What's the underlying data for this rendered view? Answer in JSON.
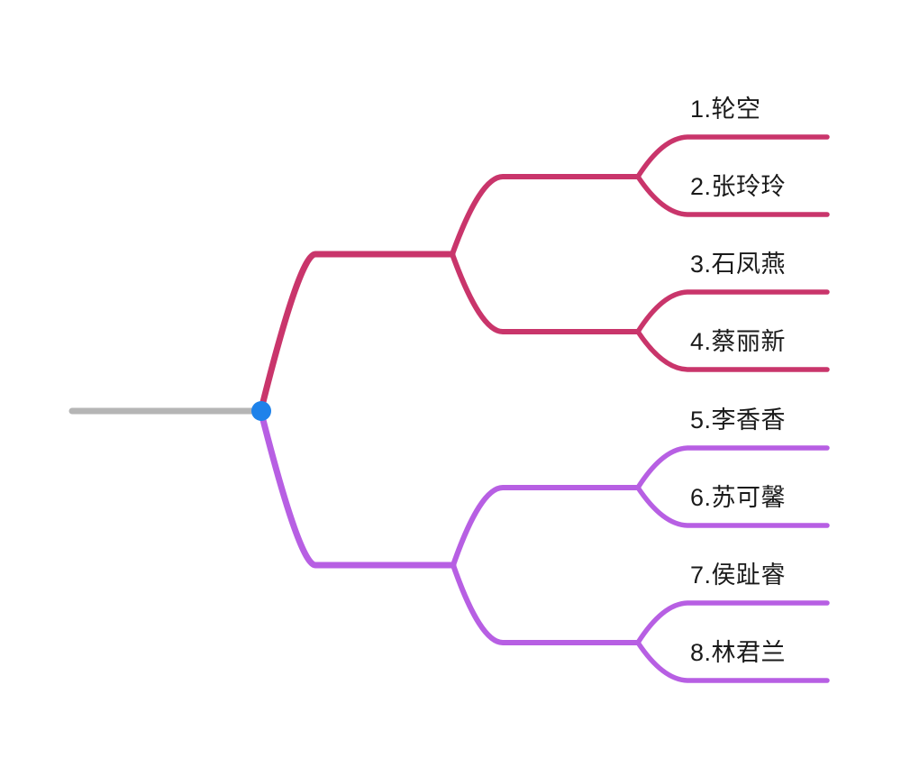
{
  "page": {
    "background": "#ffffff",
    "text_color": "#1a1a1a"
  },
  "root": {
    "line_color": "#b5b5b5",
    "dot_color": "#1e82ea"
  },
  "branches": [
    {
      "side": "top",
      "color": "#c9356b",
      "leaves": [
        {
          "label": "1.轮空"
        },
        {
          "label": "2.张玲玲"
        },
        {
          "label": "3.石凤燕"
        },
        {
          "label": "4.蔡丽新"
        }
      ]
    },
    {
      "side": "bottom",
      "color": "#b75fe3",
      "leaves": [
        {
          "label": "5.李香香"
        },
        {
          "label": "6.苏可馨"
        },
        {
          "label": "7.侯趾睿"
        },
        {
          "label": "8.林君兰"
        }
      ]
    }
  ]
}
